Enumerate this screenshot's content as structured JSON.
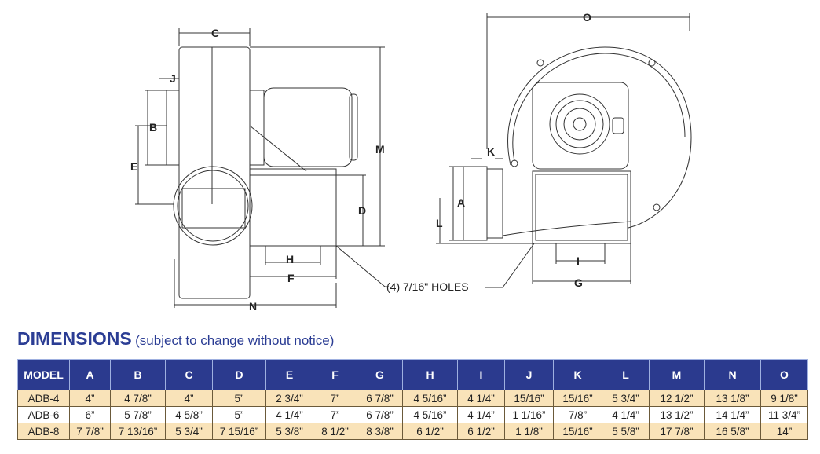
{
  "diagram": {
    "labels": {
      "A": "A",
      "B": "B",
      "C": "C",
      "D": "D",
      "E": "E",
      "F": "F",
      "G": "G",
      "H": "H",
      "I": "I",
      "J": "J",
      "K": "K",
      "L": "L",
      "M": "M",
      "N": "N",
      "O": "O"
    },
    "holes_note": "(4) 7/16\" HOLES"
  },
  "section": {
    "title": "DIMENSIONS",
    "subtitle": "(subject to change without notice)"
  },
  "table": {
    "headers": [
      "MODEL",
      "A",
      "B",
      "C",
      "D",
      "E",
      "F",
      "G",
      "H",
      "I",
      "J",
      "K",
      "L",
      "M",
      "N",
      "O"
    ],
    "rows": [
      [
        "ADB-4",
        "4”",
        "4 7/8”",
        "4”",
        "5”",
        "2 3/4”",
        "7”",
        "6 7/8”",
        "4 5/16”",
        "4 1/4”",
        "15/16”",
        "15/16”",
        "5 3/4”",
        "12 1/2”",
        "13 1/8”",
        "9 1/8”"
      ],
      [
        "ADB-6",
        "6”",
        "5 7/8”",
        "4 5/8”",
        "5”",
        "4 1/4”",
        "7”",
        "6 7/8”",
        "4 5/16”",
        "4 1/4”",
        "1 1/16”",
        "7/8”",
        "4 1/4”",
        "13 1/2”",
        "14 1/4”",
        "11 3/4”"
      ],
      [
        "ADB-8",
        "7 7/8”",
        "7 13/16”",
        "5 3/4”",
        "7 15/16”",
        "5 3/8”",
        "8 1/2”",
        "8 3/8”",
        "6 1/2”",
        "6 1/2”",
        "1 1/8”",
        "15/16”",
        "5 5/8”",
        "17 7/8”",
        "16 5/8”",
        "14”"
      ]
    ]
  },
  "colors": {
    "header_bg": "#2b3a8e",
    "row_tan": "#f9e3b9",
    "title": "#2b3d94"
  }
}
